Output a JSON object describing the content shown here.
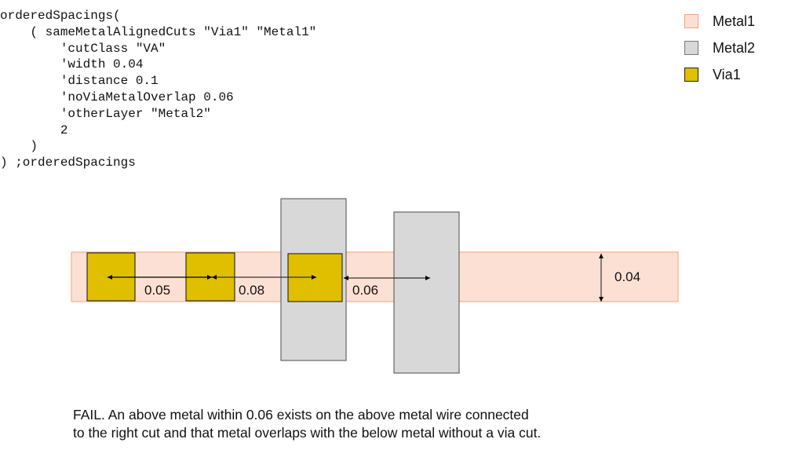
{
  "code": {
    "lines": [
      "orderedSpacings(",
      "    ( sameMetalAlignedCuts \"Via1\" \"Metal1\"",
      "        'cutClass \"VA\"",
      "        'width 0.04",
      "        'distance 0.1",
      "        'noViaMetalOverlap 0.06",
      "        'otherLayer \"Metal2\"",
      "        2",
      "    )",
      ") ;orderedSpacings"
    ]
  },
  "legend": {
    "items": [
      {
        "label": "Metal1",
        "fill": "#fde0d4",
        "stroke": "#f3a27e"
      },
      {
        "label": "Metal2",
        "fill": "#d8d8d8",
        "stroke": "#777777"
      },
      {
        "label": "Via1",
        "fill": "#e0be00",
        "stroke": "#222222"
      }
    ]
  },
  "diagram": {
    "colors": {
      "metal1_fill": "#fde0d4",
      "metal1_stroke": "#f3a27e",
      "metal2_fill": "#d8d8d8",
      "metal2_stroke": "#666666",
      "via_fill": "#e0be00",
      "via_stroke": "#111111",
      "arrow": "#000000"
    },
    "dimensions": {
      "spacing_1": "0.05",
      "spacing_2": "0.08",
      "spacing_3": "0.06",
      "width": "0.04"
    }
  },
  "caption": {
    "line1": "FAIL. An above metal within 0.06 exists on the above metal wire connected",
    "line2": "to the right cut and that metal overlaps with the below metal without a via cut."
  }
}
